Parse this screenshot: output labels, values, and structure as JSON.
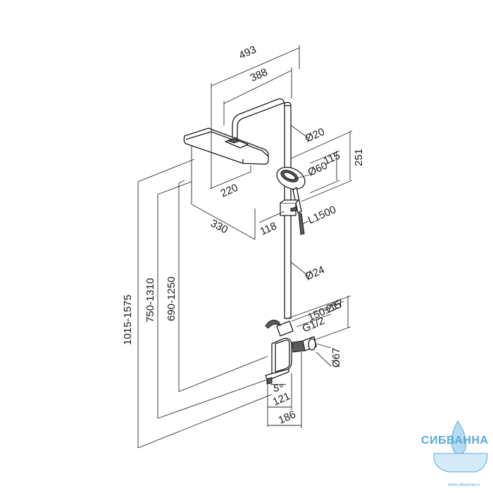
{
  "dimensions": {
    "overall_width": "493",
    "arm_reach": "388",
    "pipe_diameter": "Ø20",
    "rack_height": "251",
    "handshower_width": "115",
    "handshower_diameter": "Ø60",
    "head_depth": "220",
    "head_width": "330",
    "hose_length": "L1500",
    "holder_offset": "118",
    "height_total": "1015-1575",
    "height_mid": "750-1310",
    "height_low": "690-1250",
    "bar_diameter": "Ø24",
    "mixer_depth": "217",
    "mixer_centers": "150±15",
    "thread": "G1/2",
    "flange_diameter": "Ø67",
    "spout_angle": "5°",
    "spout_width": "121",
    "mixer_width": "186"
  },
  "watermark": {
    "brand": "СИБВАННА",
    "url": "www.sibvanna.ru",
    "accent": "#3d9ad6"
  }
}
